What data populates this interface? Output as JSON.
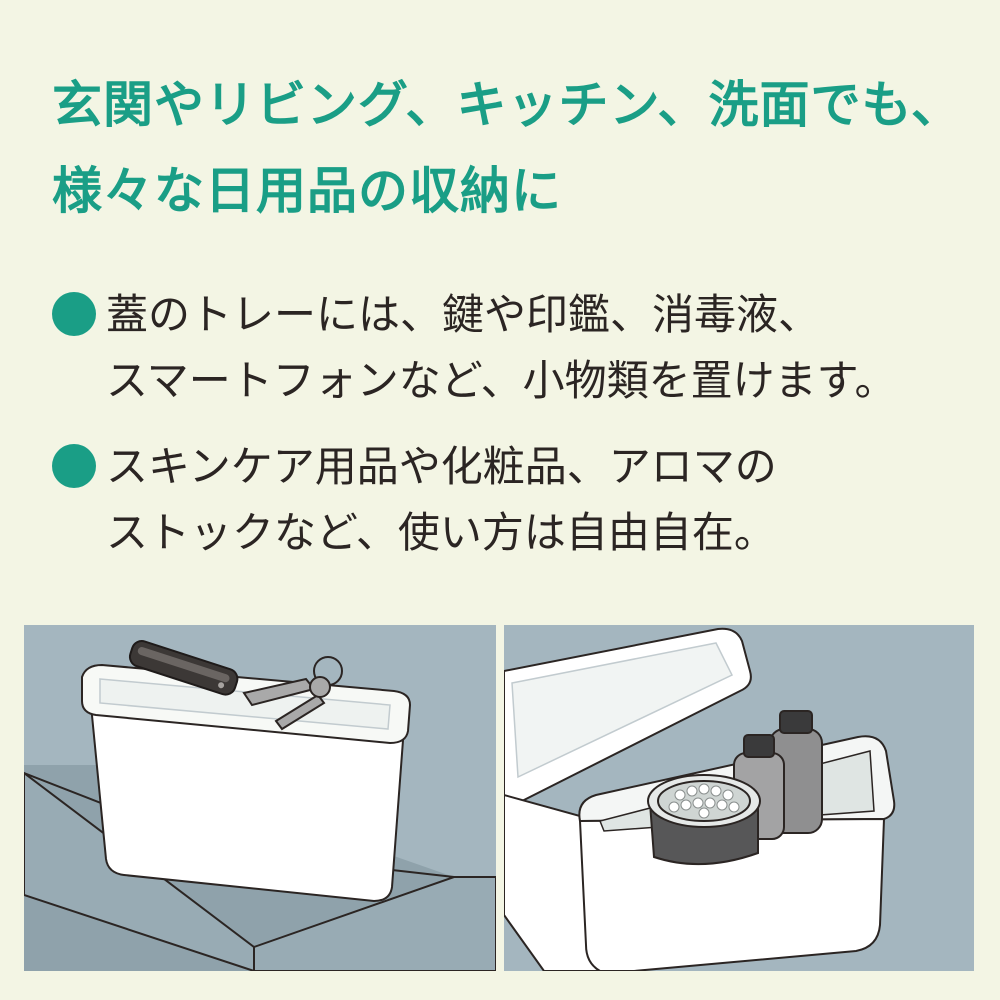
{
  "headline": {
    "line1": "玄関やリビング、キッチン、洗面でも、",
    "line2": "様々な日用品の収納に"
  },
  "bullets": [
    {
      "line1": "蓋のトレーには、鍵や印鑑、消毒液、",
      "line2": "スマートフォンなど、小物類を置けます。"
    },
    {
      "line1": "スキンケア用品や化粧品、アロマの",
      "line2": "ストックなど、使い方は自由自在。"
    }
  ],
  "colors": {
    "accent": "#1a9e86",
    "background": "#f3f5e4",
    "text": "#2b2523",
    "panel": "#a4b6bf"
  },
  "illustrations": {
    "left": "storage-box-with-keys-and-seal-case",
    "right": "open-storage-box-with-bottles-and-cotton-swabs"
  }
}
